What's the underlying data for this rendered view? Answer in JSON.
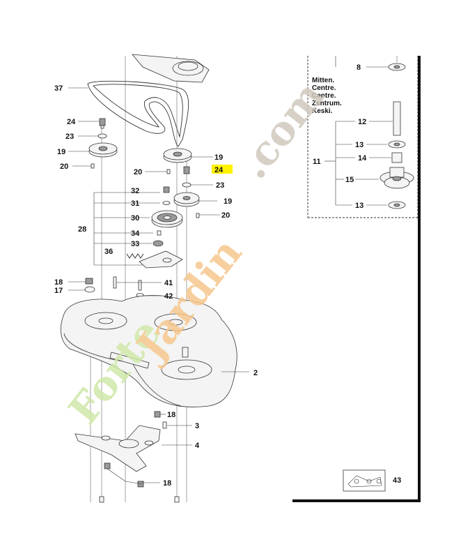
{
  "colors": {
    "line": "#333333",
    "highlight": "#fff200",
    "watermark_green": "#cfe8a8",
    "watermark_orange": "#f6c78d",
    "watermark_grey": "#cfc8bd"
  },
  "callouts": {
    "c37": "37",
    "c24a": "24",
    "c23a": "23",
    "c19a": "19",
    "c20a": "20",
    "c19b": "19",
    "c20b": "20",
    "c24b": "24",
    "c23b": "23",
    "c19c": "19",
    "c20c": "20",
    "c32": "32",
    "c31": "31",
    "c30": "30",
    "c28": "28",
    "c34": "34",
    "c33": "33",
    "c36": "36",
    "c18a": "18",
    "c17": "17",
    "c41": "41",
    "c42": "42",
    "c2": "2",
    "c18b": "18",
    "c3": "3",
    "c4": "4",
    "c18c": "18",
    "c8": "8",
    "c12": "12",
    "c11": "11",
    "c13a": "13",
    "c14": "14",
    "c15": "15",
    "c13b": "13",
    "c43": "43"
  },
  "inset_heading": [
    "Mitten.",
    "Centre.",
    "Centre.",
    "Zentrum.",
    "Keski."
  ],
  "watermark": {
    "green": "Forte",
    "orange": "Jardin",
    "grey": ".com"
  }
}
